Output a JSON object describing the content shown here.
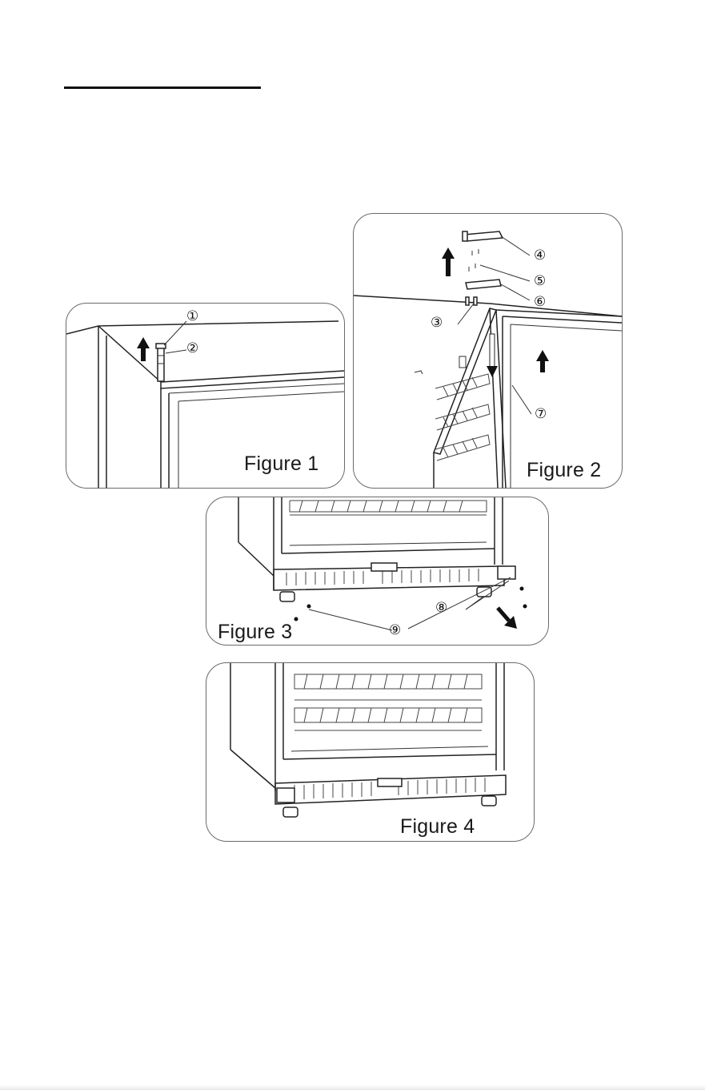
{
  "figures": [
    {
      "label": "Figure 1",
      "callouts": [
        "①",
        "②"
      ]
    },
    {
      "label": "Figure 2",
      "callouts": [
        "③",
        "④",
        "⑤",
        "⑥",
        "⑦"
      ]
    },
    {
      "label": "Figure 3",
      "callouts": [
        "⑧",
        "⑨"
      ]
    },
    {
      "label": "Figure 4",
      "callouts": []
    }
  ],
  "icons": [
    "arrow-up-icon",
    "arrow-down-right-icon"
  ]
}
